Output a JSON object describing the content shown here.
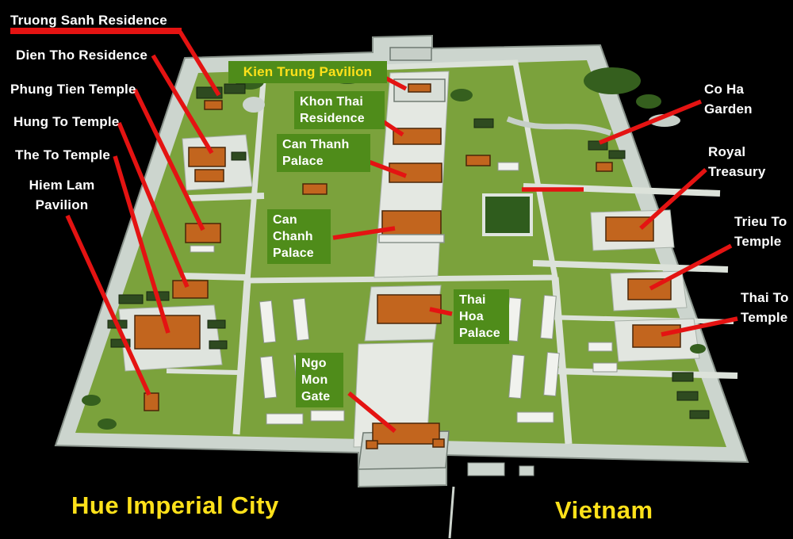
{
  "scene": {
    "title_left": "Hue Imperial City",
    "title_right": "Vietnam"
  },
  "callouts": {
    "left": {
      "truong_sanh": "Truong Sanh Residence",
      "dien_tho": "Dien Tho Residence",
      "phung_tien": "Phung Tien Temple",
      "hung_to": "Hung To Temple",
      "the_to": "The To Temple",
      "hiem_lam": "Hiem Lam Pavilion"
    },
    "right": {
      "co_ha": "Co Ha Garden",
      "royal_treasury": "Royal Treasury",
      "trieu_to": "Trieu To Temple",
      "thai_to": "Thai To Temple"
    },
    "map": {
      "kien_trung": "Kien Trung Pavilion",
      "khon_thai": "Khon Thai Residence",
      "can_thanh": "Can Thanh Palace",
      "can_chanh": "Can Chanh Palace",
      "thai_hoa": "Thai Hoa Palace",
      "ngo_mon": "Ngo Mon Gate"
    }
  },
  "colors": {
    "background": "#000000",
    "leader": "#e41312",
    "label_box_green": "#4f8c1a",
    "title_yellow": "#ffe11a",
    "lawn": "#7ba23c",
    "wall": "#ccd5ce",
    "roof_orange": "#c2651e"
  }
}
